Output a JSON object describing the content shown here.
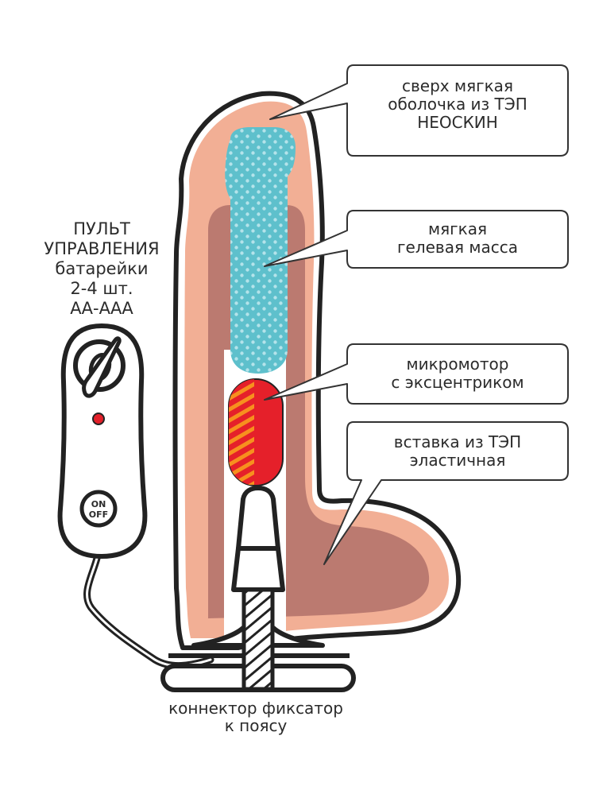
{
  "colors": {
    "outline": "#222222",
    "outer_shell": "#f2af95",
    "inner_insert": "#bb7a70",
    "gel": "#5ec0cc",
    "gel_dots": "#b4e3ea",
    "motor": "#e5202a",
    "motor_stripes": "#f7901e",
    "led": "#e3202a",
    "background": "#ffffff"
  },
  "callouts": [
    {
      "id": "shell",
      "lines": [
        "сверх мягкая",
        "оболочка из ТЭП",
        "НЕОСКИН"
      ]
    },
    {
      "id": "gel",
      "lines": [
        "мягкая",
        "гелевая масса"
      ]
    },
    {
      "id": "motor",
      "lines": [
        "микромотор",
        "с эксцентриком"
      ]
    },
    {
      "id": "insert",
      "lines": [
        "вставка из ТЭП",
        "эластичная"
      ]
    }
  ],
  "remote_label": {
    "lines": [
      "ПУЛЬТ",
      "УПРАВЛЕНИЯ",
      "батарейки",
      "2-4 шт.",
      "АА-ААА"
    ]
  },
  "remote": {
    "button_label_top": "ON",
    "button_label_bottom": "OFF",
    "dial_icon": "dial-knob-icon",
    "indicator_icon": "led-indicator-icon"
  },
  "connector_label": {
    "lines": [
      "коннектор фиксатор",
      "к поясу"
    ]
  }
}
